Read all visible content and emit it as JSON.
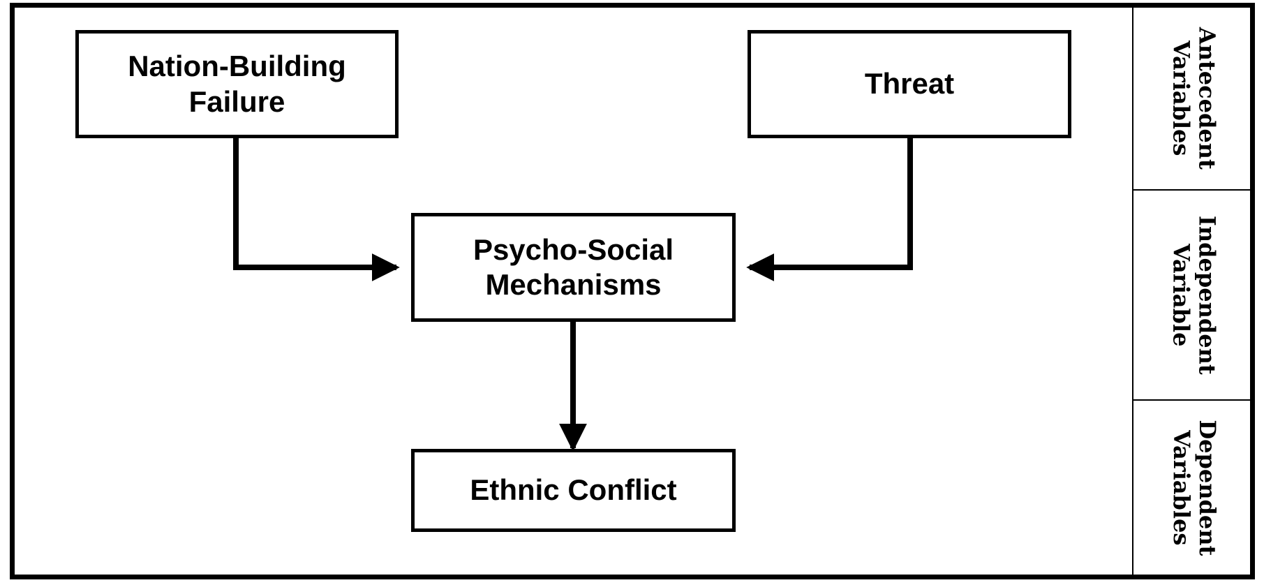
{
  "boxes": {
    "nation_building": {
      "line1": "Nation-Building",
      "line2": "Failure"
    },
    "threat": {
      "label": "Threat"
    },
    "psycho_social": {
      "line1": "Psycho-Social",
      "line2": "Mechanisms"
    },
    "ethnic_conflict": {
      "label": "Ethnic Conflict"
    }
  },
  "side_labels": {
    "antecedent": {
      "line1": "Antecedent",
      "line2": "Variables"
    },
    "independent": {
      "line1": "Independent",
      "line2": "Variable"
    },
    "dependent": {
      "line1": "Dependent",
      "line2": "Variables"
    }
  }
}
